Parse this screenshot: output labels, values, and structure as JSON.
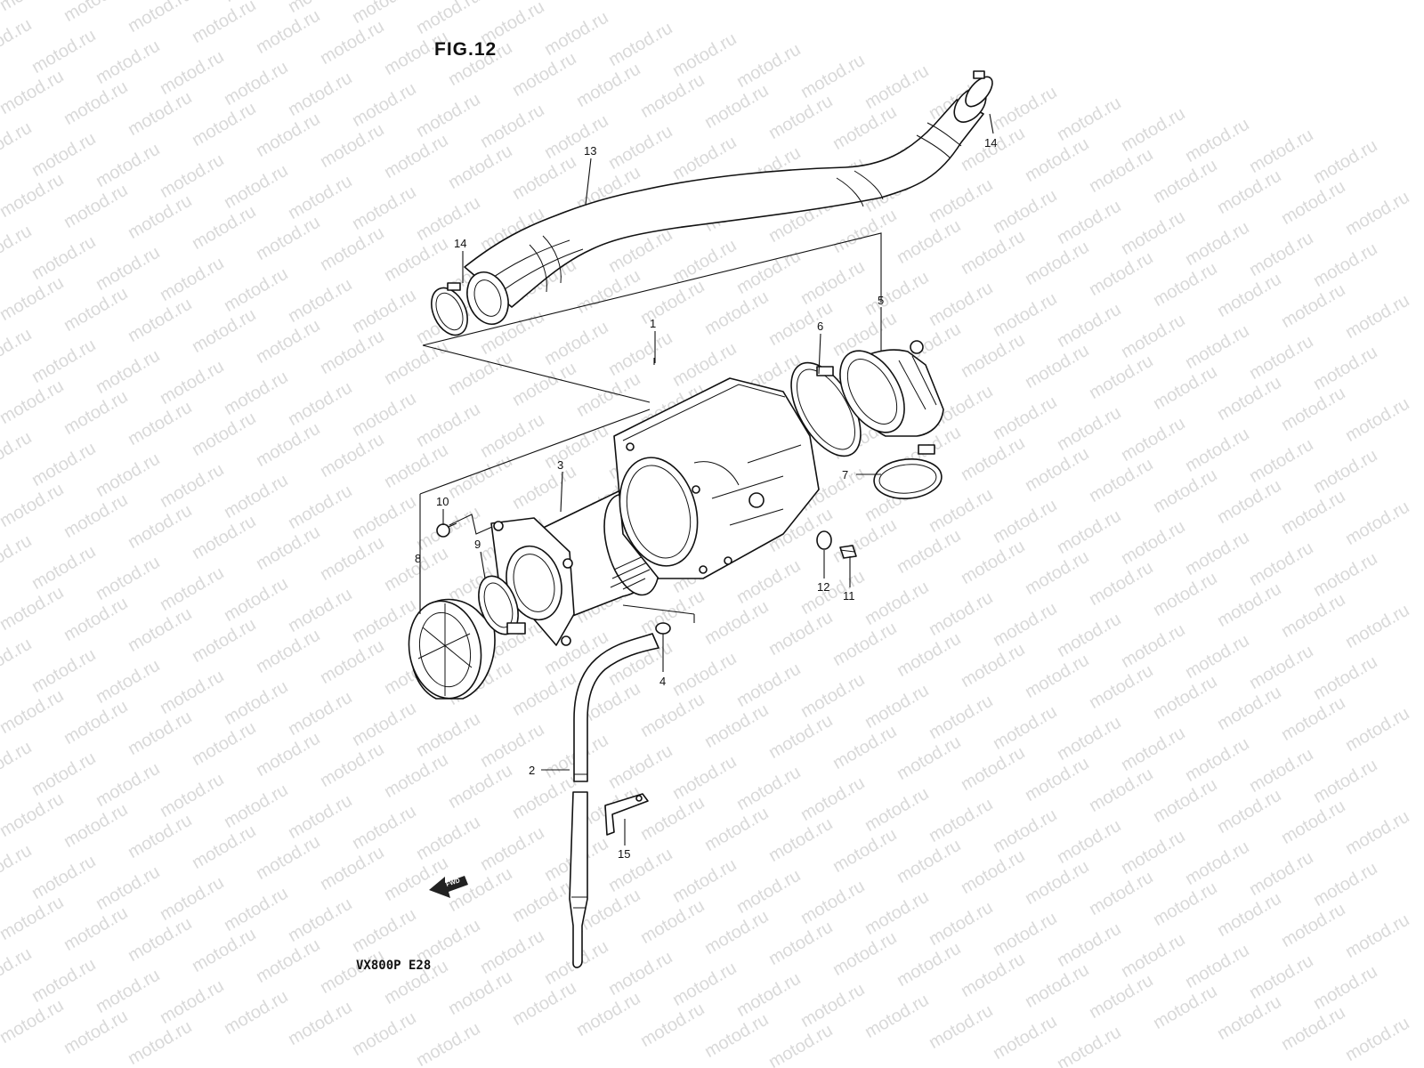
{
  "figure": {
    "title": "FIG.12",
    "model_code": "VX800P  E28",
    "watermark": "motod.ru",
    "fwd_label": "FWD"
  },
  "callouts": [
    {
      "id": "1",
      "label": "1"
    },
    {
      "id": "2",
      "label": "2"
    },
    {
      "id": "3",
      "label": "3"
    },
    {
      "id": "4",
      "label": "4"
    },
    {
      "id": "5",
      "label": "5"
    },
    {
      "id": "6",
      "label": "6"
    },
    {
      "id": "7",
      "label": "7"
    },
    {
      "id": "8",
      "label": "8"
    },
    {
      "id": "9",
      "label": "9"
    },
    {
      "id": "10",
      "label": "10"
    },
    {
      "id": "11",
      "label": "11"
    },
    {
      "id": "12",
      "label": "12"
    },
    {
      "id": "13",
      "label": "13"
    },
    {
      "id": "14a",
      "label": "14"
    },
    {
      "id": "14b",
      "label": "14"
    },
    {
      "id": "15",
      "label": "15"
    }
  ],
  "colors": {
    "ink": "#111111",
    "watermark": "#d9d9d9",
    "background": "#ffffff"
  }
}
